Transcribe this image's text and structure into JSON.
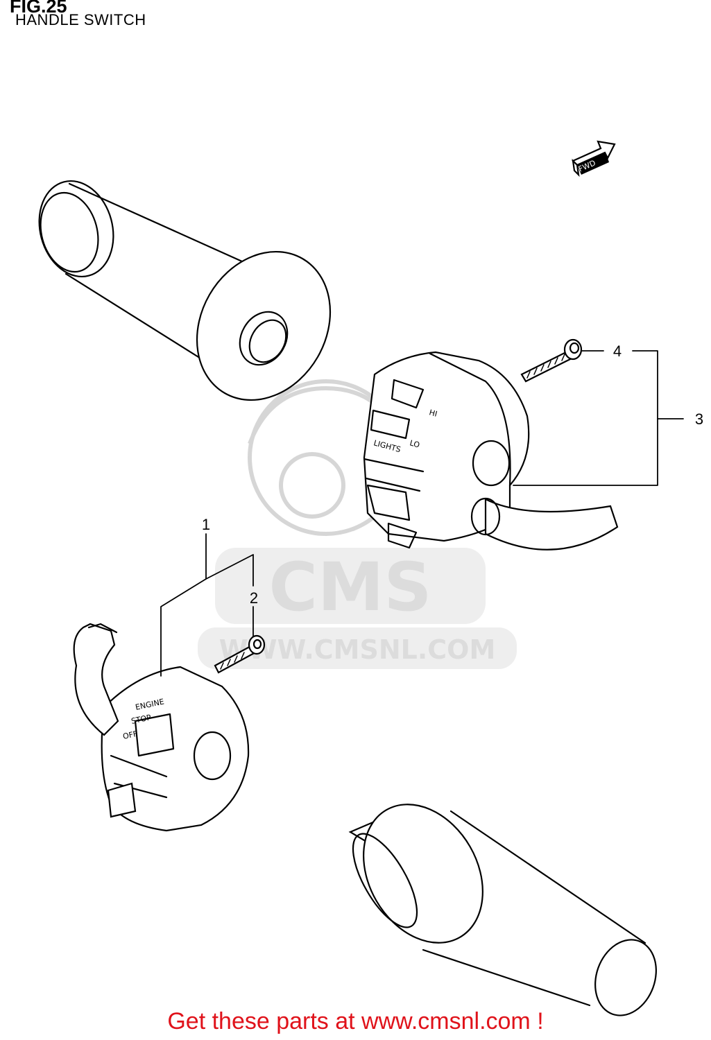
{
  "figure": {
    "title": "FIG.25",
    "subtitle": "HANDLE SWITCH"
  },
  "direction_marker": "FWD",
  "callouts": [
    {
      "id": "1"
    },
    {
      "id": "2"
    },
    {
      "id": "3"
    },
    {
      "id": "4"
    }
  ],
  "right_switch_labels": {
    "hi": "HI",
    "lo": "LO",
    "lights": "LIGHTS"
  },
  "left_switch_labels": {
    "engine": "ENGINE",
    "stop": "STOP",
    "off": "OFF"
  },
  "watermark": {
    "brand": "CMS",
    "url": "WWW.CMSNL.COM"
  },
  "footer_text": "Get these parts at www.cmsnl.com !",
  "colors": {
    "footer": "#e0121a",
    "watermark": "#dcdcdc",
    "line": "#000000"
  }
}
